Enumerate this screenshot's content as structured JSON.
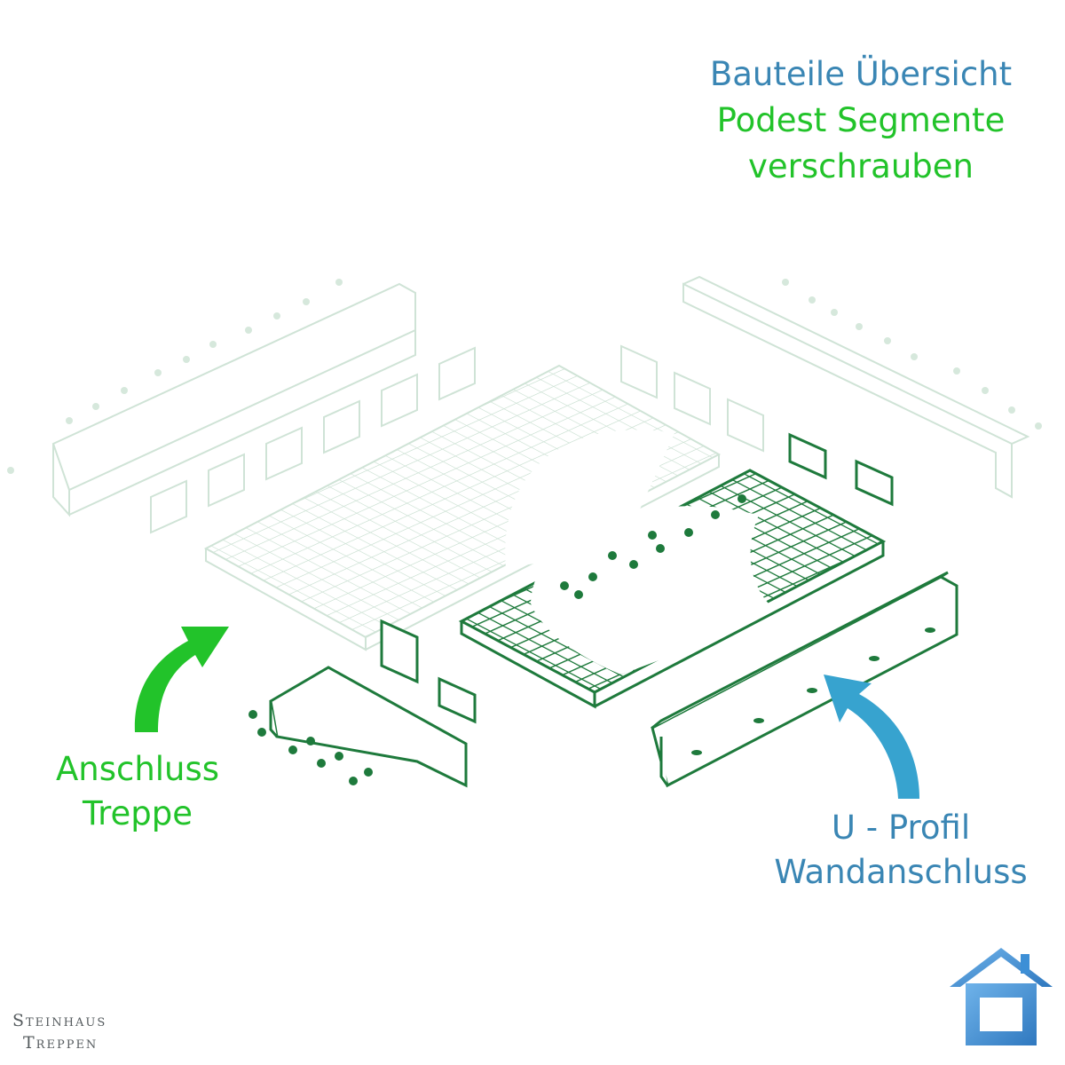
{
  "title": {
    "line1": "Bauteile Übersicht",
    "line2": "Podest Segmente",
    "line3": "verschrauben"
  },
  "labels": {
    "stairs_connection": [
      "Anschluss",
      "Treppe"
    ],
    "wall_connection": [
      "U - Profil",
      "Wandanschluss"
    ]
  },
  "brand": {
    "line1": "Steinhaus",
    "line2": "Treppen"
  },
  "colors": {
    "accent_green": "#22c32a",
    "accent_blue": "#3a86b4",
    "part_green": "#1e7a3c",
    "ghost_green": "#cfe3d6",
    "logo_blue": "#3d8fd6"
  },
  "icons": [
    "green-curved-arrow-icon",
    "blue-curved-arrow-icon",
    "house-logo-icon"
  ]
}
